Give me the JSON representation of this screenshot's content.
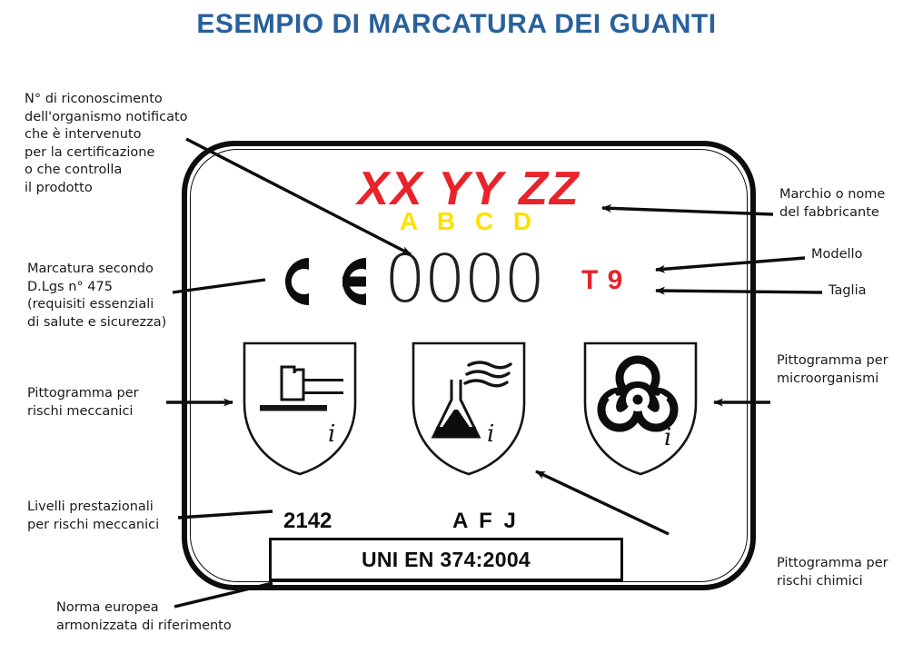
{
  "title": "ESEMPIO DI MARCATURA DEI GUANTI",
  "colors": {
    "title_blue": "#28619b",
    "brand_red": "#e8232a",
    "abcd_yellow": "#ffe000",
    "ink_black": "#0d0d0d",
    "background": "#ffffff"
  },
  "label": {
    "brand": "XX YY ZZ",
    "abcd": "A B C D",
    "ce_mark_icon": "ce-conformity-mark-icon",
    "notified_body_number": "0000",
    "size": "T 9",
    "pictograms": [
      {
        "id": "mechanical",
        "icon": "shield-mechanical-hazard-icon",
        "info_mark": "i"
      },
      {
        "id": "chemical",
        "icon": "shield-chemical-flask-hazard-icon",
        "info_mark": "i"
      },
      {
        "id": "microorganism",
        "icon": "shield-biohazard-icon",
        "info_mark": "i"
      }
    ],
    "performance_mechanical": "2142",
    "performance_chemical": "A F J",
    "standard": "UNI EN 374:2004"
  },
  "annotations": {
    "notified_body": "N° di riconoscimento\ndell'organismo notificato\nche è intervenuto\nper la certificazione\no che controlla\nil prodotto",
    "ce_marking": "Marcatura secondo\nD.Lgs n° 475\n(requisiti essenziali\ndi salute e sicurezza)",
    "mechanical_picto": "Pittogramma per\nrischi meccanici",
    "mechanical_levels": "Livelli prestazionali\nper rischi meccanici",
    "european_norm": "Norma europea\narmonizzata di riferimento",
    "manufacturer": "Marchio o nome\ndel fabbricante",
    "model": "Modello",
    "size": "Taglia",
    "microorganism_picto": "Pittogramma per\nmicroorganismi",
    "chemical_picto": "Pittogramma per\nrischi chimici"
  }
}
